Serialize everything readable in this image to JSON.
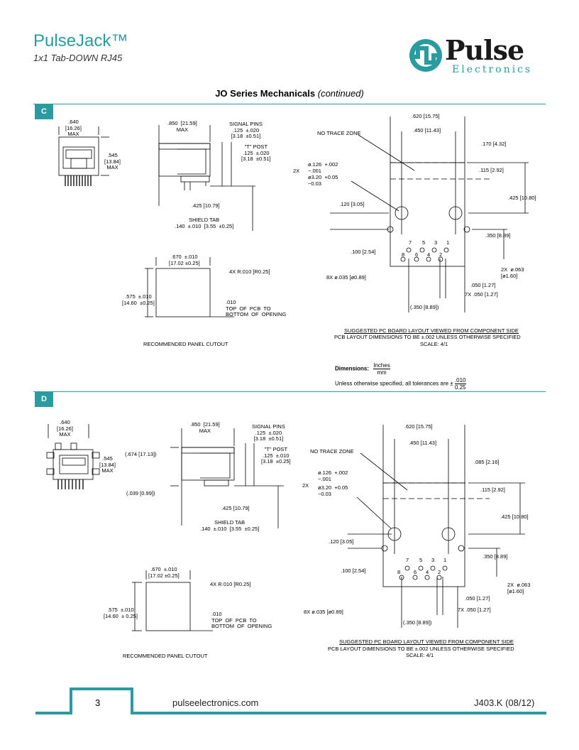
{
  "header": {
    "title": "PulseJack™",
    "subtitle": "1x1 Tab-DOWN RJ45",
    "logo_word": "Pulse",
    "logo_sub": "Electronics"
  },
  "section": {
    "heading": "JO Series Mechanicals",
    "heading_suffix": "(continued)"
  },
  "variant_c": {
    "tag": "C",
    "front_width": ".640\n[16.26]\nMAX",
    "front_height": ".545\n[13.84]\nMAX",
    "side_length": ".850  [21.59]\nMAX",
    "signal_pins": "SIGNAL PINS\n.125  ±.020\n[3.18  ±0.51]",
    "t_post": "\"T\" POST\n.125  ±.020\n[3.18  ±0.51]",
    "pin_offset": ".425  [10.79]",
    "shield_tab": "SHIELD TAB\n.140  ±.010  [3.55  ±0.25]",
    "cutout_width": ".670  ±.010\n[17.02 ±0.25]",
    "cutout_radius": "4X  R.010  [R0.25]",
    "cutout_height": ".575  ±.010\n[14.60  ±0.25]",
    "cutout_top": ".010\nTOP  OF  PCB  TO\nBOTTOM  OF  OPENING",
    "cutout_caption": "RECOMMENDED  PANEL  CUTOUT",
    "pcb_width": ".620  [15.75]",
    "pcb_inner": ".450  [11.43]",
    "no_trace": "NO  TRACE  ZONE",
    "dim_170": ".170  [4.32]",
    "hole_spec": "ø.126  +.002\n−.001",
    "hole_mm": "ø3.20  +0.05\n−0.03",
    "qty_2x": "2X",
    "dim_115": ".115  [2.92]",
    "dim_425": ".425  [10.80]",
    "dim_120": ".120  [3.05]",
    "dim_350": ".350  [8.89]",
    "dim_100": ".100  [2.54]",
    "pins_top": [
      "7",
      "5",
      "3",
      "1"
    ],
    "pins_bottom": [
      "8",
      "6",
      "4",
      "2"
    ],
    "pin_hole": "8X  ø.035  [ø0.89]",
    "small_hole": "2X  ø.063\n[ø1.60]",
    "dim_050": ".050  [1.27]",
    "dim_7x050": "7X  .050  [1.27]",
    "dim_350b": "(.350  [8.89])",
    "pcb_caption1": "SUGGESTED  PC  BOARD  LAYOUT  VIEWED  FROM  COMPONENT  SIDE",
    "pcb_caption2": "PCB  LAYOUT  DIMENSIONS  TO  BE  ±.002  UNLESS  OTHERWISE  SPECIFIED",
    "pcb_caption3": "SCALE:  4/1"
  },
  "dimensions_note": {
    "label": "Dimensions:",
    "unit_top": "Inches",
    "unit_bottom": "mm",
    "tolerance_text": "Unless otherwise specified, all tolerances are ±",
    "tol_top": ".010",
    "tol_bottom": "0.25"
  },
  "variant_d": {
    "tag": "D",
    "front_width": ".640\n[16.26]\nMAX",
    "front_height": ".545\n[13.84]\nMAX",
    "side_length": ".850  [21.59]\nMAX",
    "side_height": "(.674  [17.13])",
    "side_offset": "(.039  [0.99])",
    "signal_pins": "SIGNAL PINS\n.125  ±.020\n[3.18  ±0.51]",
    "t_post": "\"T\" POST\n.125  ±.010\n[3.18  ±0.25]",
    "pin_offset": ".425  [10.79]",
    "shield_tab": "SHIELD TAB\n.140  ±.010  [3.55  ±0.25]",
    "cutout_width": ".670  ±.010\n[17.02 ±0.25]",
    "cutout_radius": "4X  R.010  [R0.25]",
    "cutout_height": ".575  ±.010\n[14.60  ± 0.25]",
    "cutout_top": ".010\nTOP  OF  PCB  TO\nBOTTOM  OF  OPENING",
    "cutout_caption": "RECOMMENDED  PANEL  CUTOUT",
    "pcb_width": ".620  [15.75]",
    "pcb_inner": ".450  [11.43]",
    "no_trace": "NO  TRACE  ZONE",
    "dim_085": ".085  [2.16]",
    "hole_spec": "ø.126  +.002\n−.001",
    "hole_mm": "ø3.20  +0.05\n−0.03",
    "qty_2x": "2X",
    "dim_115": ".115  [2.92]",
    "dim_425": ".425  [10.80]",
    "dim_120": ".120  [3.05]",
    "dim_350": ".350  [8.89]",
    "dim_100": ".100  [2.54]",
    "pins_top": [
      "7",
      "5",
      "3",
      "1"
    ],
    "pins_bottom": [
      "8",
      "6",
      "4",
      "2"
    ],
    "pin_hole": "8X  ø.035  [ø0.89]",
    "small_hole": "2X  ø.063\n[ø1.60]",
    "dim_050": ".050  [1.27]",
    "dim_7x050": "7X  .050  [1.27]",
    "dim_350b": "(.350  [8.89])",
    "pcb_caption1": "SUGGESTED  PC  BOARD  LAYOUT  VIEWED  FROM  COMPONENT  SIDE",
    "pcb_caption2": "PCB  LAYOUT  DIMENSIONS  TO  BE  ±.002  UNLESS  OTHERWISE  SPECIFIED",
    "pcb_caption3": "SCALE:  4/1"
  },
  "footer": {
    "page_number": "3",
    "url": "pulseelectronics.com",
    "doc_id": "J403.K (08/12)"
  },
  "colors": {
    "accent": "#2a9ba0"
  }
}
